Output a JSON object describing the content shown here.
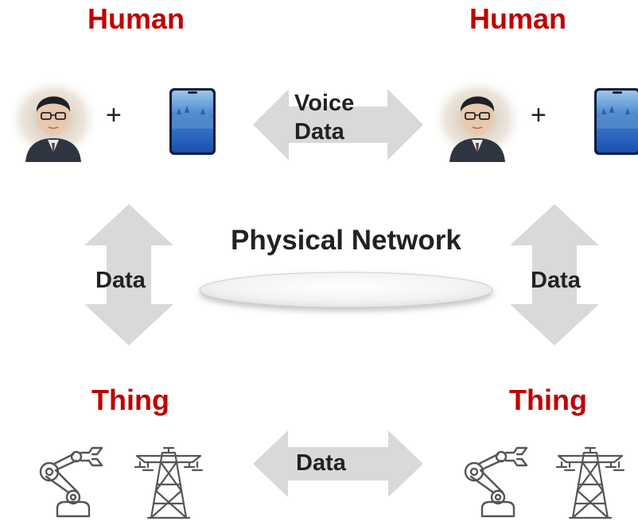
{
  "top_left": {
    "title": "Human",
    "plus": "+"
  },
  "top_right": {
    "title": "Human",
    "plus": "+"
  },
  "top_link": {
    "line1": "Voice",
    "line2": "Data"
  },
  "network": {
    "label": "Physical Network"
  },
  "left_link": {
    "label": "Data"
  },
  "right_link": {
    "label": "Data"
  },
  "bottom_left": {
    "title": "Thing"
  },
  "bottom_right": {
    "title": "Thing"
  },
  "bottom_link": {
    "label": "Data"
  },
  "colors": {
    "title_red": "#c00000",
    "arrow_gray": "#d9d9d9",
    "text_dark": "#222222",
    "phone_blue": "#1f5fb8"
  },
  "icons": {
    "person": "person-avatar-icon",
    "phone": "smartphone-icon",
    "robot_arm": "robot-arm-icon",
    "power_tower": "power-tower-icon"
  }
}
